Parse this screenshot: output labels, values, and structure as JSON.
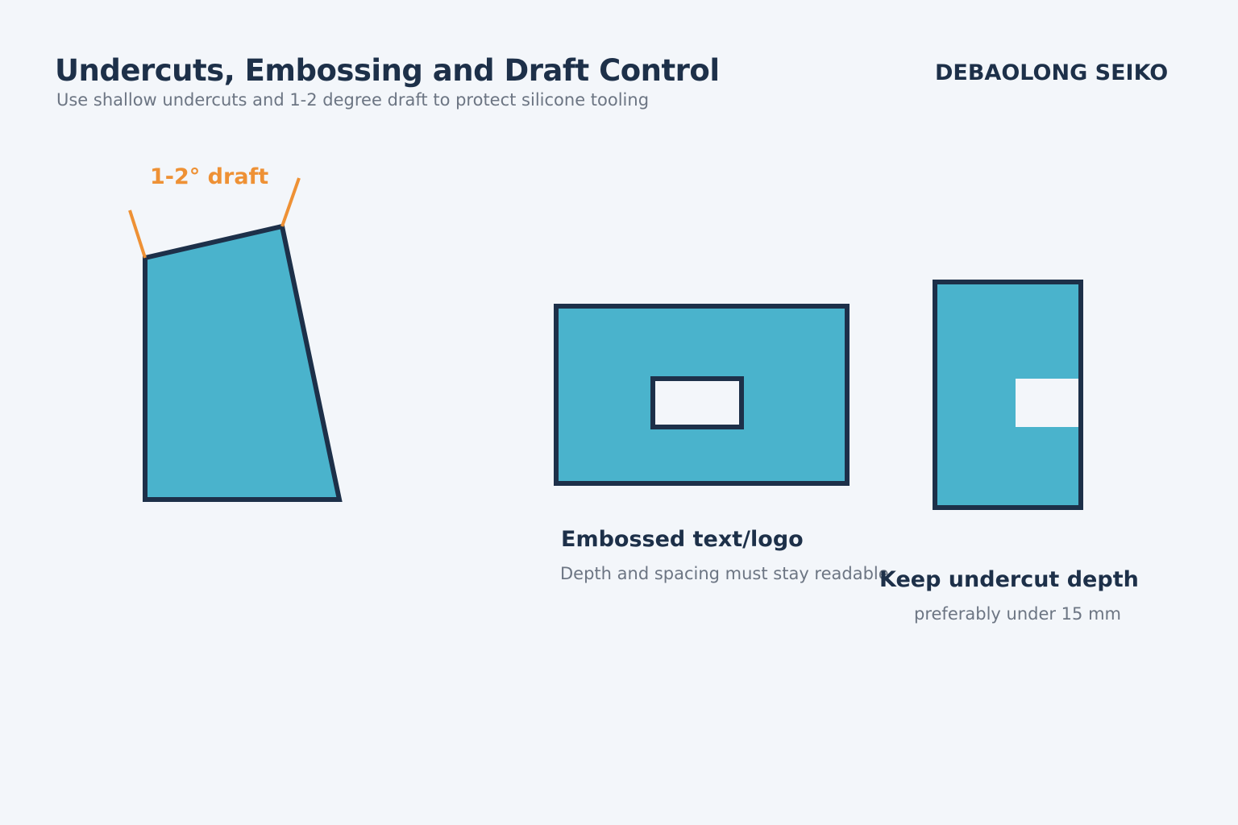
{
  "header": {
    "title": "Undercuts, Embossing and Draft Control",
    "subtitle": "Use shallow undercuts and 1-2 degree draft to protect silicone tooling",
    "brand": "DEBAOLONG SEIKO"
  },
  "diagrams": {
    "draft": {
      "label": "1-2° draft"
    },
    "emboss": {
      "title": "Embossed text/logo",
      "caption": "Depth and spacing must stay readable"
    },
    "undercut": {
      "title": "Keep undercut depth",
      "caption": "preferably under 15 mm"
    }
  },
  "colors": {
    "fill": "#4ab3cc",
    "stroke": "#1d3049",
    "accent": "#ee9135",
    "background": "#f3f6fa"
  }
}
